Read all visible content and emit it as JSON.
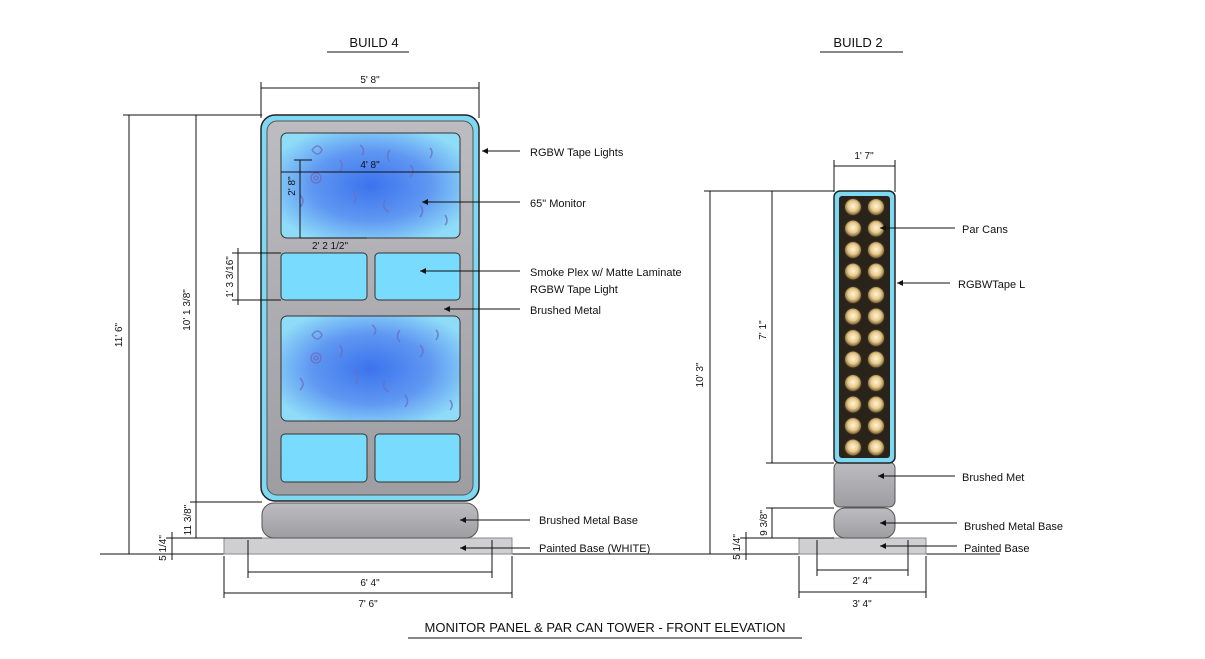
{
  "titles": {
    "build4": "BUILD 4",
    "build2": "BUILD 2",
    "footer": "MONITOR PANEL & PAR CAN TOWER - FRONT ELEVATION"
  },
  "build4": {
    "dims": {
      "top_width": "5' 8\"",
      "overall_height": "11' 6\"",
      "panel_height": "10' 1 3/8\"",
      "monitor_width": "4' 8\"",
      "monitor_height": "2' 8\"",
      "box_width": "2' 2 1/2\"",
      "box_height": "1' 3 3/16\"",
      "base_height": "11 3/8\"",
      "painted_base_height": "5 1/4\"",
      "base_inner_width": "6' 4\"",
      "base_outer_width": "7' 6\""
    },
    "callouts": {
      "tape_lights": "RGBW Tape Lights",
      "monitor": "65\" Monitor",
      "smoke_plex": "Smoke Plex w/ Matte Laminate",
      "tape_light": "RGBW Tape Light",
      "brushed_metal": "Brushed Metal",
      "metal_base": "Brushed Metal Base",
      "painted_base": "Painted Base (WHITE)"
    }
  },
  "build2": {
    "dims": {
      "top_width": "1' 7\"",
      "par_section_height": "7' 1\"",
      "overall_height": "10' 3\"",
      "base_height": "9 3/8\"",
      "painted_base_height": "5 1/4\"",
      "base_inner_width": "2' 4\"",
      "base_outer_width": "3' 4\""
    },
    "callouts": {
      "par_cans": "Par Cans",
      "tape_light": "RGBWTape L",
      "brushed_metal": "Brushed Met",
      "metal_base": "Brushed Metal Base",
      "painted_base": "Painted Base"
    }
  },
  "colors": {
    "panel_cyan": "#7fd8f2",
    "screen_cyan": "#79dcff",
    "monitor_blue": "#3c73ee",
    "brushed_metal": "#a9a9ad",
    "base_gray": "#cfcfd2",
    "par_can_gold": "#e8c98a"
  }
}
